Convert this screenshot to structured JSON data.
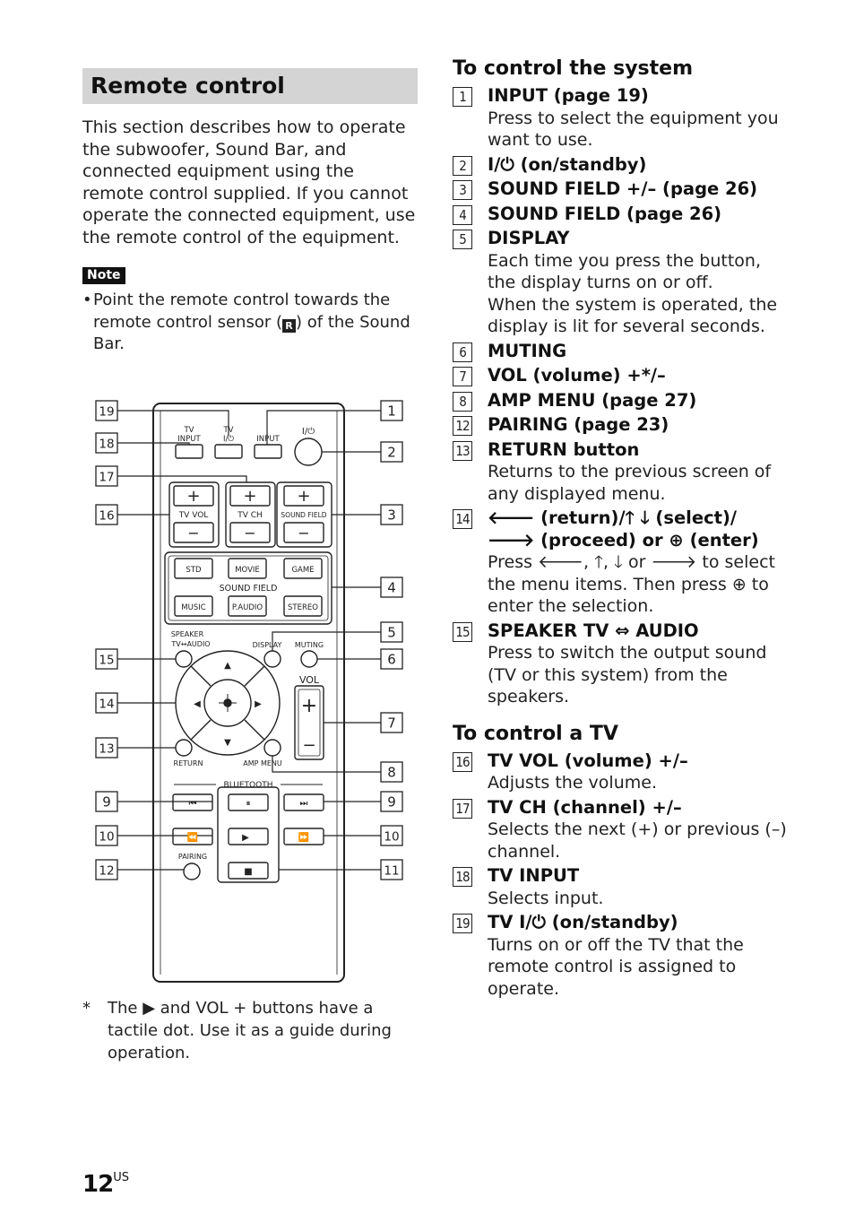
{
  "section_title": "Remote control",
  "intro": "This section describes how to operate the subwoofer, Sound Bar, and connected equipment using the remote control supplied. If you cannot operate the connected equipment, use the remote control of the equipment.",
  "note": {
    "badge": "Note",
    "text_before": "Point the remote control towards the remote control sensor (",
    "sensor_symbol": "R",
    "text_after": ") of the Sound Bar."
  },
  "footnote": {
    "star": "*",
    "text": "The ▶ and VOL + buttons have a tactile dot. Use it as a guide during operation."
  },
  "remote": {
    "labels": {
      "tv_input": "TV\nINPUT",
      "tv_power": "TV\nI/⏻",
      "input": "INPUT",
      "power": "I/⏻",
      "tv_vol": "TV VOL",
      "tv_ch": "TV CH",
      "sound_field_pm": "SOUND FIELD",
      "std": "STD",
      "movie": "MOVIE",
      "game": "GAME",
      "sound_field": "SOUND FIELD",
      "music": "MUSIC",
      "paudio": "P.AUDIO",
      "stereo": "STEREO",
      "speaker": "SPEAKER",
      "speaker_sub": "TV↔AUDIO",
      "display": "DISPLAY",
      "muting": "MUTING",
      "vol": "VOL",
      "return": "RETURN",
      "amp_menu": "AMP MENU",
      "bluetooth": "BLUETOOTH",
      "pairing": "PAIRING",
      "plus": "+",
      "minus": "−"
    },
    "left_callouts": [
      "19",
      "18",
      "17",
      "16",
      "15",
      "14",
      "13",
      "9",
      "10",
      "12"
    ],
    "right_callouts": [
      "1",
      "2",
      "3",
      "4",
      "5",
      "6",
      "7",
      "8",
      "9",
      "10",
      "11"
    ]
  },
  "system": {
    "title": "To control the system",
    "items": [
      {
        "num": "1",
        "label": "INPUT (page 19)",
        "desc": "Press to select the equipment you want to use."
      },
      {
        "num": "2",
        "label": "I/⏻ (on/standby)",
        "desc": ""
      },
      {
        "num": "3",
        "label": "SOUND FIELD +/– (page 26)",
        "desc": ""
      },
      {
        "num": "4",
        "label": "SOUND FIELD (page 26)",
        "desc": ""
      },
      {
        "num": "5",
        "label": "DISPLAY",
        "desc": "Each time you press the button, the display turns on or off.\nWhen the system is operated, the display is lit for several seconds."
      },
      {
        "num": "6",
        "label": "MUTING",
        "desc": ""
      },
      {
        "num": "7",
        "label": "VOL (volume) +*/–",
        "desc": ""
      },
      {
        "num": "8",
        "label": "AMP MENU (page 27)",
        "desc": ""
      },
      {
        "num": "12",
        "label": "PAIRING (page 23)",
        "desc": ""
      },
      {
        "num": "13",
        "label": "RETURN button",
        "desc": "Returns to the previous screen of any displayed menu."
      },
      {
        "num": "14",
        "label": "🡐 (return)/🡑 🡓 (select)/\n🡒 (proceed) or ⊕ (enter)",
        "desc": "Press 🡐, 🡑, 🡓 or 🡒 to select the menu items. Then press ⊕ to enter the selection."
      },
      {
        "num": "15",
        "label": "SPEAKER TV ⇔ AUDIO",
        "desc": "Press to switch the output sound (TV or this system) from the speakers."
      }
    ]
  },
  "tv": {
    "title": "To control a TV",
    "items": [
      {
        "num": "16",
        "label": "TV VOL (volume) +/–",
        "desc": "Adjusts the volume."
      },
      {
        "num": "17",
        "label": "TV CH (channel) +/–",
        "desc": "Selects the next (+) or previous (–) channel."
      },
      {
        "num": "18",
        "label": "TV INPUT",
        "desc": "Selects input."
      },
      {
        "num": "19",
        "label": "TV I/⏻ (on/standby)",
        "desc": "Turns on or off the TV that the remote control is assigned to operate."
      }
    ]
  },
  "page": {
    "number": "12",
    "suffix": "US"
  }
}
